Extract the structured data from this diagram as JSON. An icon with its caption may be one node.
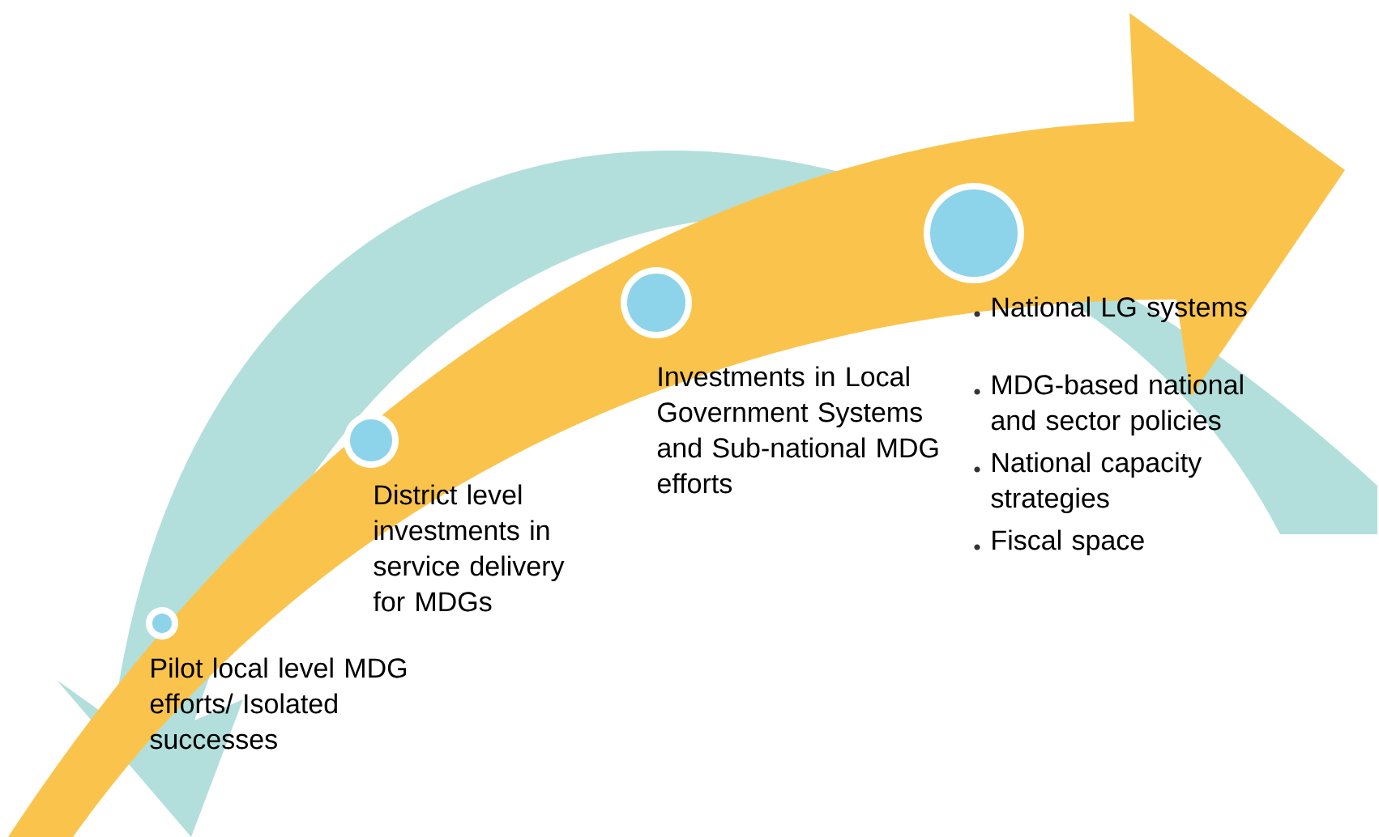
{
  "diagram": {
    "labels": [
      "Pilot local level MDG efforts/ Isolated successes",
      "District level investments in service delivery for MDGs",
      "Investments in Local Government Systems and Sub-national MDG efforts",
      "National LG systems",
      "MDG-based national and sector policies",
      "National capacity strategies",
      "Fiscal space"
    ]
  }
}
